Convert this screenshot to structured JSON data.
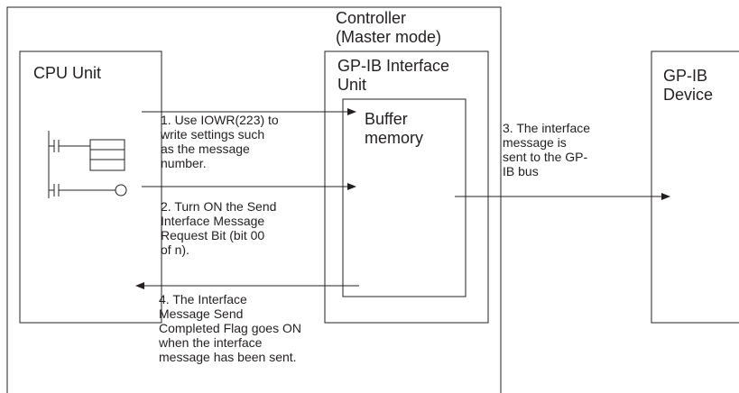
{
  "controller": {
    "title": "Controller\n(Master mode)"
  },
  "cpu_unit": {
    "label": "CPU Unit"
  },
  "gpib_interface": {
    "label": "GP-IB Interface\nUnit"
  },
  "buffer": {
    "label": "Buffer\nmemory"
  },
  "gpib_device": {
    "label": "GP-IB\nDevice"
  },
  "steps": {
    "step1": "1. Use IOWR(223) to\nwrite settings such\nas the message\nnumber.",
    "step2": "2. Turn ON the Send\nInterface Message\nRequest Bit (bit 00\nof n).",
    "step3": "3. The interface\nmessage is\nsent to the GP-\nIB bus",
    "step4": "4. The Interface\nMessage Send\nCompleted Flag goes ON\nwhen the interface\nmessage has been sent."
  }
}
